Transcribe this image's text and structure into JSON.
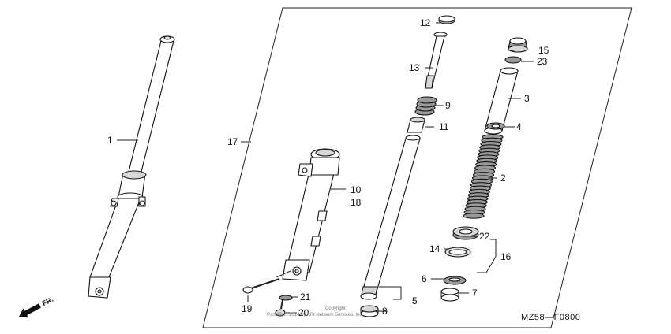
{
  "diagram": {
    "code": "MZ58—F0800",
    "direction": "FR.",
    "copyright_line1": "Copyright",
    "copyright_line2": "Partzilla... 2014 by ARI Network Services, Inc.",
    "labels": [
      "1",
      "2",
      "3",
      "4",
      "5",
      "6",
      "7",
      "8",
      "9",
      "10",
      "11",
      "12",
      "13",
      "14",
      "15",
      "16",
      "17",
      "18",
      "19",
      "20",
      "21",
      "22",
      "23"
    ]
  },
  "parts": {
    "p1": "1",
    "p2": "2",
    "p3": "3",
    "p4": "4",
    "p5": "5",
    "p6": "6",
    "p7": "7",
    "p8": "8",
    "p9": "9",
    "p10": "10",
    "p11": "11",
    "p12": "12",
    "p13": "13",
    "p14": "14",
    "p15": "15",
    "p16": "16",
    "p17": "17",
    "p18": "18",
    "p19": "19",
    "p20": "20",
    "p21": "21",
    "p22": "22",
    "p23": "23"
  }
}
